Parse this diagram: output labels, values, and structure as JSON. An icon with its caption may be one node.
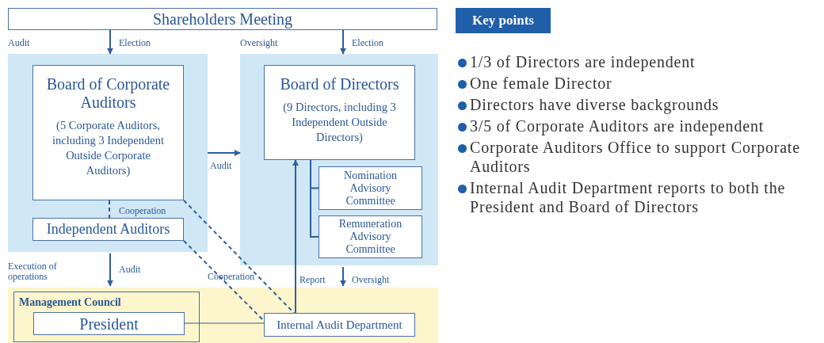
{
  "diagram": {
    "nodes": [
      {
        "text": [
          "Shareholders Meeting"
        ]
      },
      {
        "text": [],
        "shape": "box"
      },
      {
        "text": [
          "Board of Corporate Auditors",
          "(5 Corporate Auditors, including 3 Independent Outside Corporate Auditors)"
        ],
        "in": 1
      },
      {
        "text": [
          "Independent Auditors"
        ],
        "in": 1
      },
      {
        "text": [],
        "shape": "box"
      },
      {
        "text": [
          "Board of Directors",
          "(9 Directors, including 3 Independent Outside Directors)"
        ],
        "in": 4
      },
      {
        "text": [
          "Nomination Advisory Committee"
        ],
        "in": 4
      },
      {
        "text": [
          "Remuneration Advisory Committee"
        ],
        "in": 4
      },
      {
        "text": [],
        "shape": "box"
      },
      {
        "text": [
          "Management Council"
        ],
        "in": 8
      },
      {
        "text": [
          "President"
        ],
        "in": 9
      },
      {
        "text": [
          "Internal Audit Department"
        ],
        "in": 8
      },
      {
        "text": [
          "Key points"
        ]
      }
    ],
    "edges": [
      {
        "from": 0,
        "to": 1,
        "arrow": "to",
        "label": "Election"
      },
      {
        "from": 0,
        "to": 4,
        "arrow": "to",
        "label": "Election"
      },
      {
        "from": 1,
        "to": 4,
        "arrow": "to",
        "label": "Audit"
      },
      {
        "from": 2,
        "to": 3,
        "arrow": "none",
        "label": "Cooperation",
        "style": "dashed"
      },
      {
        "from": 2,
        "to": 11,
        "arrow": "none",
        "style": "dashed"
      },
      {
        "from": 3,
        "to": 11,
        "arrow": "none",
        "label": "Cooperation",
        "style": "dashed"
      },
      {
        "from": 1,
        "to": 8,
        "arrow": "to",
        "label": "Audit"
      },
      {
        "from": 4,
        "to": 8,
        "arrow": "to",
        "label": "Oversight"
      },
      {
        "from": 11,
        "to": 5,
        "arrow": "to",
        "label": "Report"
      },
      {
        "from": 10,
        "to": 11,
        "arrow": "none"
      },
      {
        "from": 5,
        "to": 6,
        "arrow": "none"
      },
      {
        "from": 5,
        "to": 7,
        "arrow": "none"
      }
    ],
    "labels": [
      "Audit",
      "Oversight",
      "Execution of operations",
      "1/3 of Directors are independent",
      "One female Director",
      "Directors have diverse backgrounds",
      "3/5 of Corporate Auditors are independent",
      "Corporate Auditors Office to support Corporate Auditors",
      "Internal Audit Department reports to both the President and Board of Directors"
    ]
  }
}
